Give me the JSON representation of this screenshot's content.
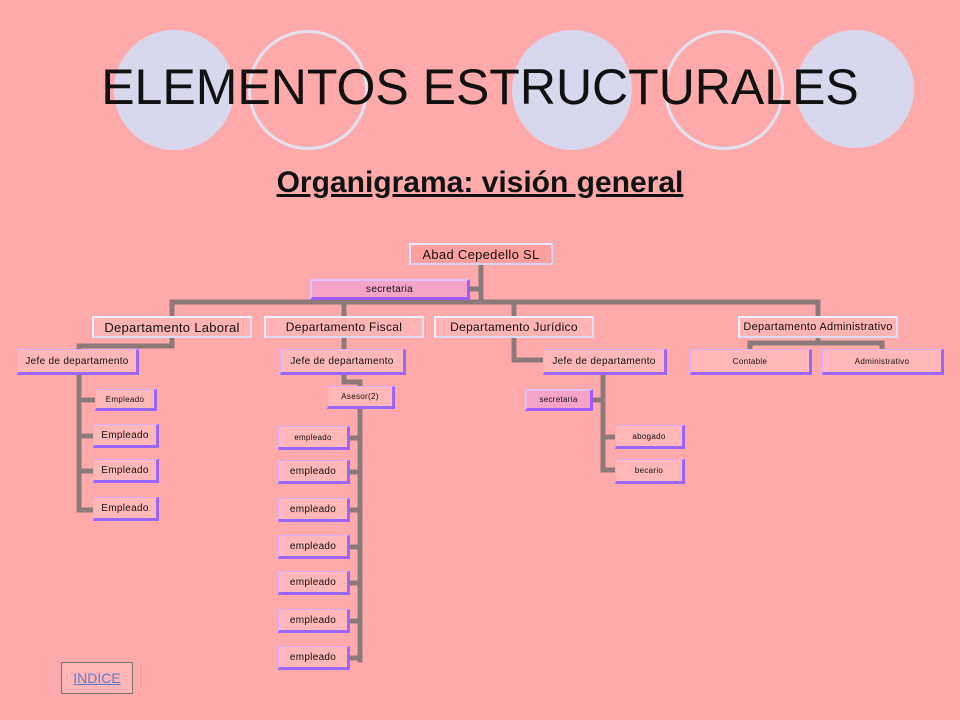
{
  "title": "ELEMENTOS ESTRUCTURALES",
  "subtitle": "Organigrama: visión general",
  "org": {
    "root": "Abad Cepedello SL",
    "assistant": "secretaria",
    "departments": [
      {
        "name": "Departamento Laboral",
        "head": "Jefe de departamento",
        "members": [
          "Empleado",
          "Empleado",
          "Empleado",
          "Empleado"
        ]
      },
      {
        "name": "Departamento Fiscal",
        "head": "Jefe de departamento",
        "advisor": "Asesor(2)",
        "members": [
          "empleado",
          "empleado",
          "empleado",
          "empleado",
          "empleado",
          "empleado",
          "empleado"
        ]
      },
      {
        "name": "Departamento Jurídico",
        "head": "Jefe de departamento",
        "assistant": "secretaria",
        "members": [
          "abogado",
          "becario"
        ]
      },
      {
        "name": "Departamento Administrativo",
        "members": [
          "Contable",
          "Administrativo"
        ]
      }
    ]
  },
  "nav": {
    "indice": "INDICE"
  },
  "colors": {
    "background": "#ffaaaa",
    "connector": "#8c7a7a",
    "box_shadow_purple": "#9a66ff",
    "decor_circle": "#d7d7ee"
  }
}
